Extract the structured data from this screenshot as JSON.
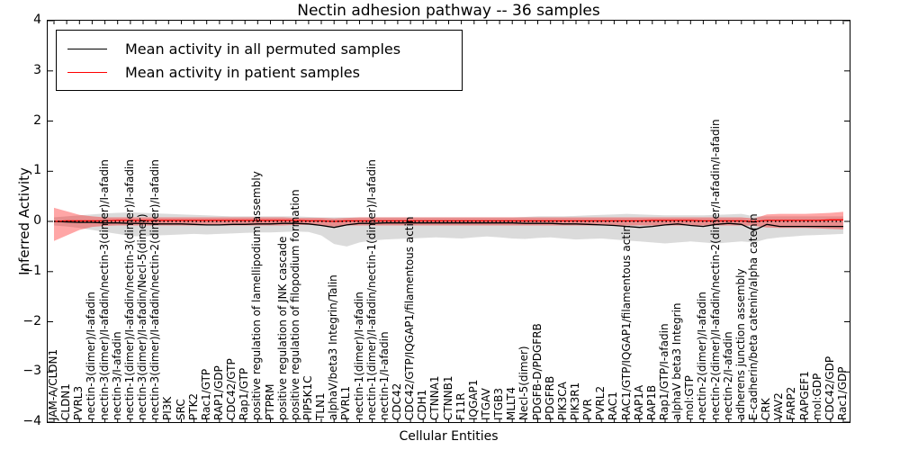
{
  "title": "Nectin adhesion pathway -- 36 samples",
  "xlabel": "Cellular Entities",
  "ylabel": "Inferred Activity",
  "legend": {
    "items": [
      {
        "label": "Mean activity in all permuted samples",
        "color": "#000000"
      },
      {
        "label": "Mean activity in patient samples",
        "color": "#ff0000"
      }
    ]
  },
  "chart_data": {
    "type": "line",
    "title": "Nectin adhesion pathway -- 36 samples",
    "xlabel": "Cellular Entities",
    "ylabel": "Inferred Activity",
    "ylim": [
      -4,
      4
    ],
    "ytick_labels": [
      "4",
      "3",
      "2",
      "1",
      "0",
      "−1",
      "−2",
      "−3",
      "−4"
    ],
    "ytick_values": [
      4,
      3,
      2,
      1,
      0,
      -1,
      -2,
      -3,
      -4
    ],
    "grid": false,
    "legend_position": "upper left",
    "zero_line": {
      "style": "dotted",
      "color": "#000000",
      "y": 0
    },
    "categories": [
      "JAM-A/CLDN1",
      "CLDN1",
      "PVRL3",
      "nectin-3(dimer)/I-afadin",
      "nectin-3(dimer)/I-afadin/nectin-3(dimer)/I-afadin",
      "nectin-3/I-afadin",
      "nectin-1(dimer)/I-afadin/nectin-3(dimer)/I-afadin",
      "nectin-3(dimer)/I-afadin/Necl-5(dimer)",
      "nectin-3(dimer)/I-afadin/nectin-2(dimer)/I-afadin",
      "PI3K",
      "SRC",
      "PTK2",
      "Rac1/GTP",
      "RAP1/GDP",
      "CDC42/GTP",
      "Rap1/GTP",
      "positive regulation of lamellipodium assembly",
      "PTPRM",
      "positive regulation of JNK cascade",
      "positive regulation of filopodium formation",
      "PIP5K1C",
      "TLN1",
      "alphaV/beta3 Integrin/Talin",
      "PVRL1",
      "nectin-1(dimer)/I-afadin",
      "nectin-1(dimer)/I-afadin/nectin-1(dimer)/I-afadin",
      "nectin-1/I-afadin",
      "CDC42",
      "CDC42/GTP/IQGAP1/filamentous actin",
      "CDH1",
      "CTNNA1",
      "CTNNB1",
      "F11R",
      "IQGAP1",
      "ITGAV",
      "ITGB3",
      "MLLT4",
      "Necl-5(dimer)",
      "PDGFB-D/PDGFRB",
      "PDGFRB",
      "PIK3CA",
      "PIK3R1",
      "PVR",
      "PVRL2",
      "RAC1",
      "RAC1/GTP/IQGAP1/filamentous actin",
      "RAP1A",
      "RAP1B",
      "Rap1/GTP/I-afadin",
      "alphaV beta3 Integrin",
      "mol:GTP",
      "nectin-2(dimer)/I-afadin",
      "nectin-2(dimer)/I-afadin/nectin-2(dimer/I-afadin/I-afadin",
      "nectin-2/I-afadin",
      "adherens junction assembly",
      "E-cadherin/beta catenin/alpha catenin",
      "CRK",
      "VAV2",
      "FARP2",
      "RAPGEF1",
      "mol:GDP",
      "CDC42/GDP",
      "Rac1/GDP"
    ],
    "series": [
      {
        "name": "Mean activity in all permuted samples",
        "color": "#000000",
        "band_color": "rgba(0,0,0,0.14)",
        "values": [
          0.0,
          -0.01,
          -0.02,
          -0.02,
          -0.03,
          -0.03,
          -0.04,
          -0.04,
          -0.05,
          -0.05,
          -0.05,
          -0.06,
          -0.07,
          -0.07,
          -0.06,
          -0.06,
          -0.05,
          -0.05,
          -0.04,
          -0.04,
          -0.05,
          -0.08,
          -0.12,
          -0.07,
          -0.04,
          -0.04,
          -0.03,
          -0.03,
          -0.03,
          -0.03,
          -0.03,
          -0.03,
          -0.03,
          -0.03,
          -0.03,
          -0.03,
          -0.03,
          -0.04,
          -0.04,
          -0.04,
          -0.05,
          -0.05,
          -0.06,
          -0.07,
          -0.08,
          -0.1,
          -0.12,
          -0.1,
          -0.07,
          -0.05,
          -0.08,
          -0.1,
          -0.06,
          -0.04,
          -0.06,
          -0.18,
          -0.06,
          -0.1,
          -0.1,
          -0.1,
          -0.1,
          -0.1,
          -0.1
        ],
        "band_hi": [
          0.08,
          0.1,
          0.12,
          0.14,
          0.16,
          0.17,
          0.18,
          0.17,
          0.16,
          0.15,
          0.14,
          0.13,
          0.12,
          0.11,
          0.1,
          0.1,
          0.1,
          0.1,
          0.1,
          0.1,
          0.09,
          0.08,
          0.08,
          0.08,
          0.08,
          0.08,
          0.08,
          0.08,
          0.08,
          0.08,
          0.08,
          0.08,
          0.08,
          0.08,
          0.08,
          0.08,
          0.08,
          0.09,
          0.1,
          0.1,
          0.1,
          0.11,
          0.12,
          0.13,
          0.14,
          0.15,
          0.14,
          0.13,
          0.12,
          0.12,
          0.12,
          0.12,
          0.13,
          0.14,
          0.15,
          0.1,
          0.1,
          0.1,
          0.1,
          0.1,
          0.1,
          0.1,
          0.1
        ],
        "band_lo": [
          -0.08,
          -0.1,
          -0.13,
          -0.17,
          -0.21,
          -0.25,
          -0.29,
          -0.3,
          -0.28,
          -0.27,
          -0.26,
          -0.25,
          -0.26,
          -0.25,
          -0.24,
          -0.23,
          -0.22,
          -0.22,
          -0.21,
          -0.2,
          -0.21,
          -0.28,
          -0.45,
          -0.5,
          -0.42,
          -0.38,
          -0.36,
          -0.35,
          -0.34,
          -0.33,
          -0.32,
          -0.33,
          -0.34,
          -0.32,
          -0.3,
          -0.32,
          -0.34,
          -0.35,
          -0.33,
          -0.32,
          -0.34,
          -0.36,
          -0.35,
          -0.34,
          -0.36,
          -0.38,
          -0.4,
          -0.42,
          -0.44,
          -0.42,
          -0.4,
          -0.42,
          -0.44,
          -0.42,
          -0.4,
          -0.42,
          -0.35,
          -0.32,
          -0.3,
          -0.28,
          -0.27,
          -0.26,
          -0.25
        ]
      },
      {
        "name": "Mean activity in patient samples",
        "color": "#ff0000",
        "band_color": "rgba(255,0,0,0.35)",
        "values": [
          0.0,
          0.01,
          0.01,
          0.01,
          0.01,
          0.02,
          0.02,
          0.02,
          0.02,
          0.02,
          0.02,
          0.02,
          0.02,
          0.02,
          0.02,
          0.02,
          0.02,
          0.02,
          0.02,
          0.02,
          0.01,
          0.01,
          0.0,
          0.01,
          0.01,
          0.01,
          0.01,
          0.01,
          0.01,
          0.01,
          0.01,
          0.01,
          0.01,
          0.01,
          0.01,
          0.01,
          0.01,
          0.01,
          0.01,
          0.01,
          0.01,
          0.01,
          0.01,
          0.01,
          0.01,
          0.01,
          0.01,
          0.02,
          0.02,
          0.02,
          0.02,
          0.01,
          0.01,
          0.01,
          0.01,
          0.0,
          0.02,
          0.02,
          0.02,
          0.02,
          0.02,
          0.03,
          0.03
        ],
        "band_hi": [
          0.27,
          0.2,
          0.13,
          0.1,
          0.08,
          0.08,
          0.08,
          0.08,
          0.08,
          0.08,
          0.08,
          0.08,
          0.08,
          0.08,
          0.08,
          0.08,
          0.08,
          0.08,
          0.08,
          0.07,
          0.07,
          0.07,
          0.06,
          0.07,
          0.08,
          0.08,
          0.08,
          0.08,
          0.08,
          0.08,
          0.08,
          0.08,
          0.08,
          0.08,
          0.08,
          0.08,
          0.08,
          0.08,
          0.08,
          0.08,
          0.08,
          0.08,
          0.08,
          0.08,
          0.08,
          0.08,
          0.08,
          0.08,
          0.08,
          0.08,
          0.08,
          0.08,
          0.08,
          0.08,
          0.08,
          0.06,
          0.14,
          0.15,
          0.15,
          0.15,
          0.16,
          0.17,
          0.19
        ],
        "band_lo": [
          -0.39,
          -0.28,
          -0.17,
          -0.11,
          -0.09,
          -0.08,
          -0.08,
          -0.08,
          -0.08,
          -0.08,
          -0.08,
          -0.08,
          -0.08,
          -0.08,
          -0.08,
          -0.08,
          -0.08,
          -0.08,
          -0.08,
          -0.07,
          -0.07,
          -0.08,
          -0.1,
          -0.08,
          -0.08,
          -0.08,
          -0.08,
          -0.08,
          -0.08,
          -0.08,
          -0.08,
          -0.08,
          -0.08,
          -0.08,
          -0.08,
          -0.08,
          -0.08,
          -0.08,
          -0.08,
          -0.08,
          -0.08,
          -0.08,
          -0.08,
          -0.08,
          -0.08,
          -0.08,
          -0.08,
          -0.08,
          -0.08,
          -0.08,
          -0.08,
          -0.08,
          -0.08,
          -0.08,
          -0.08,
          -0.09,
          -0.12,
          -0.13,
          -0.13,
          -0.13,
          -0.14,
          -0.15,
          -0.16
        ]
      }
    ]
  }
}
